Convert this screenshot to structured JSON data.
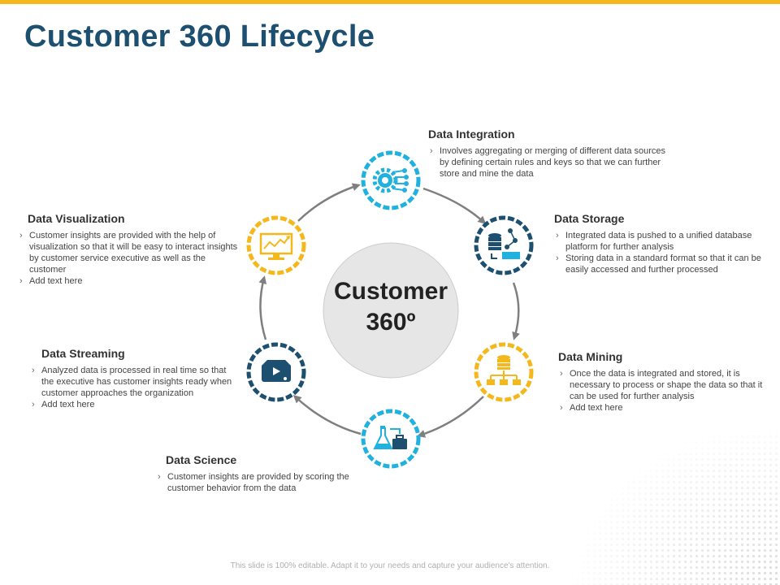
{
  "title": "Customer 360 Lifecycle",
  "center": {
    "line1": "Customer",
    "line2": "360º"
  },
  "colors": {
    "accent_yellow": "#f5b81c",
    "dark_blue": "#1d5070",
    "light_blue": "#20b1df",
    "title_blue": "#1d5070"
  },
  "stages": {
    "integration": {
      "title": "Data Integration",
      "bullets": [
        "Involves aggregating or merging of different data sources by defining certain rules and keys so that we can further store and mine the data"
      ],
      "icon": "gear-circuit-icon"
    },
    "storage": {
      "title": "Data Storage",
      "bullets": [
        "Integrated data is pushed to a unified database platform for further analysis",
        "Storing data in a standard format so that it can be easily accessed and further processed"
      ],
      "icon": "database-network-icon"
    },
    "mining": {
      "title": "Data Mining",
      "bullets": [
        "Once the data is integrated and stored, it is necessary to process or shape the data so that it can be used for further analysis",
        "Add text here"
      ],
      "icon": "database-hierarchy-icon"
    },
    "science": {
      "title": "Data Science",
      "bullets": [
        "Customer insights are provided by scoring the customer behavior from the data"
      ],
      "icon": "flask-briefcase-icon"
    },
    "streaming": {
      "title": "Data Streaming",
      "bullets": [
        "Analyzed data is processed in real time so that the executive has customer insights ready when customer approaches the organization",
        "Add text here"
      ],
      "icon": "streaming-device-icon"
    },
    "visualization": {
      "title": "Data Visualization",
      "bullets": [
        "Customer insights are provided with the help of visualization so that it will be easy to interact insights by customer service executive as well as the customer",
        "Add text here"
      ],
      "icon": "monitor-chart-icon"
    }
  },
  "footer": "This slide is 100% editable. Adapt it to your needs and capture your audience's attention."
}
